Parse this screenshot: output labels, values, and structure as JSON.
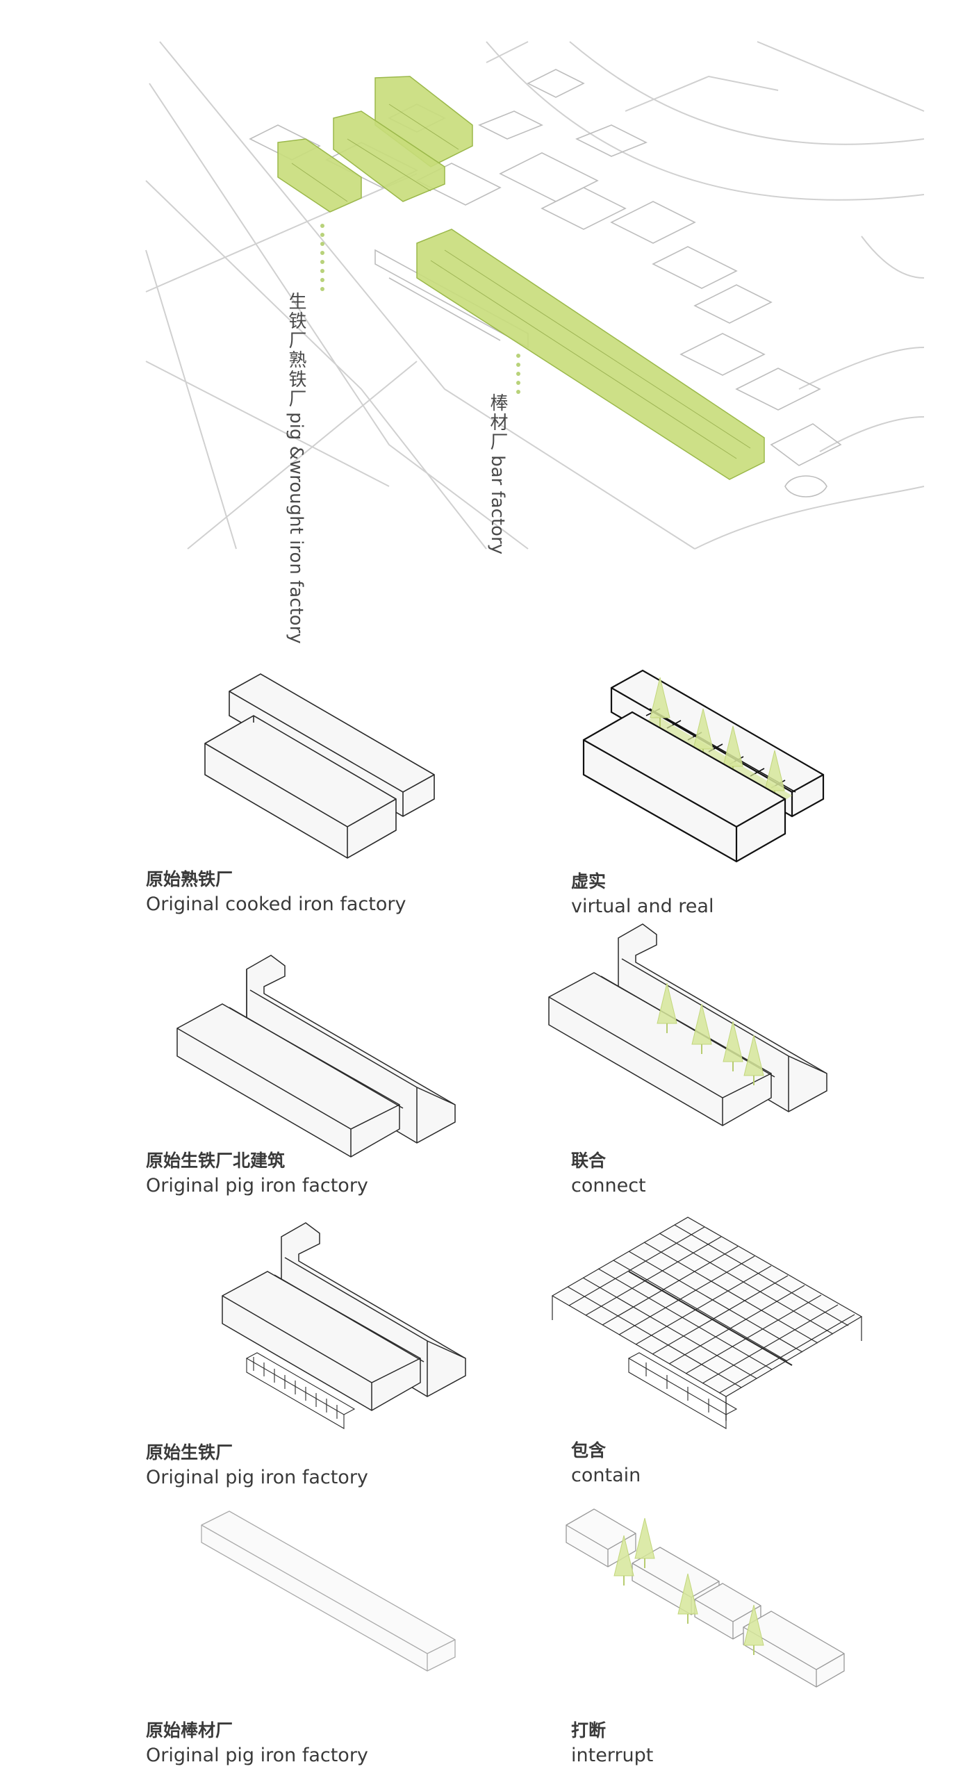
{
  "site_plan": {
    "labels": {
      "pig_wrought_zh": "生铁厂熟铁厂",
      "pig_wrought_en": "pig &wrought iron factory",
      "bar_zh": "棒材厂",
      "bar_en": "bar factory"
    },
    "colors": {
      "highlight": "#c8dd7a",
      "highlight_stroke": "#9bb84a",
      "linework": "#c9c9c9",
      "leader_dots": "#b8d27a"
    }
  },
  "diagrams": [
    {
      "zh": "原始熟铁厂",
      "en": "Original cooked iron factory"
    },
    {
      "zh": "虚实",
      "en": "virtual and real"
    },
    {
      "zh": "原始生铁厂北建筑",
      "en": "Original pig iron factory"
    },
    {
      "zh": "联合",
      "en": "connect"
    },
    {
      "zh": "原始生铁厂",
      "en": "Original pig iron factory"
    },
    {
      "zh": "包含",
      "en": "contain"
    },
    {
      "zh": "原始棒材厂",
      "en": "Original pig iron factory"
    },
    {
      "zh": "打断",
      "en": "interrupt"
    }
  ],
  "colors": {
    "box_fill": "#f6f6f6",
    "box_stroke": "#2a2a2a",
    "tree": "#d6e69a"
  }
}
